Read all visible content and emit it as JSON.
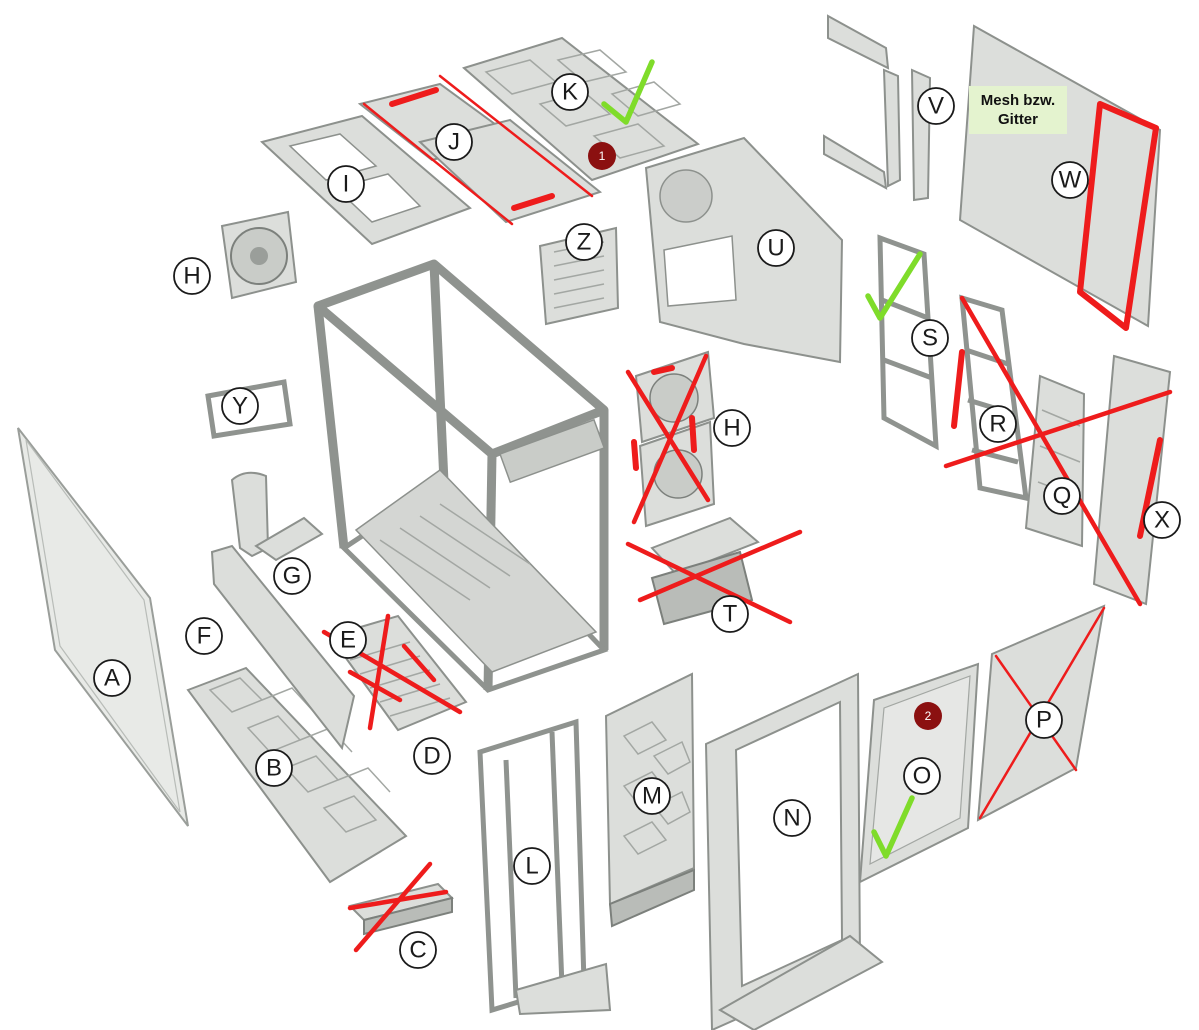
{
  "note": {
    "line1": "Mesh bzw.",
    "line2": "Gitter"
  },
  "labels": [
    {
      "id": "A",
      "text": "A"
    },
    {
      "id": "B",
      "text": "B"
    },
    {
      "id": "C",
      "text": "C"
    },
    {
      "id": "D",
      "text": "D"
    },
    {
      "id": "E",
      "text": "E"
    },
    {
      "id": "F",
      "text": "F"
    },
    {
      "id": "G",
      "text": "G"
    },
    {
      "id": "H1",
      "text": "H"
    },
    {
      "id": "H2",
      "text": "H"
    },
    {
      "id": "I",
      "text": "I"
    },
    {
      "id": "J",
      "text": "J"
    },
    {
      "id": "K",
      "text": "K"
    },
    {
      "id": "L",
      "text": "L"
    },
    {
      "id": "M",
      "text": "M"
    },
    {
      "id": "N",
      "text": "N"
    },
    {
      "id": "O",
      "text": "O"
    },
    {
      "id": "P",
      "text": "P"
    },
    {
      "id": "Q",
      "text": "Q"
    },
    {
      "id": "R",
      "text": "R"
    },
    {
      "id": "S",
      "text": "S"
    },
    {
      "id": "T",
      "text": "T"
    },
    {
      "id": "U",
      "text": "U"
    },
    {
      "id": "V",
      "text": "V"
    },
    {
      "id": "W",
      "text": "W"
    },
    {
      "id": "X",
      "text": "X"
    },
    {
      "id": "Y",
      "text": "Y"
    },
    {
      "id": "Z",
      "text": "Z"
    }
  ],
  "badges": [
    {
      "id": "b1",
      "text": "1"
    },
    {
      "id": "b2",
      "text": "2"
    }
  ],
  "colors": {
    "cross": "#ee1c1c",
    "check": "#7fdc2a",
    "badge": "#8b1010",
    "note_bg": "#e4f3cf",
    "part": "#dcdedb"
  }
}
